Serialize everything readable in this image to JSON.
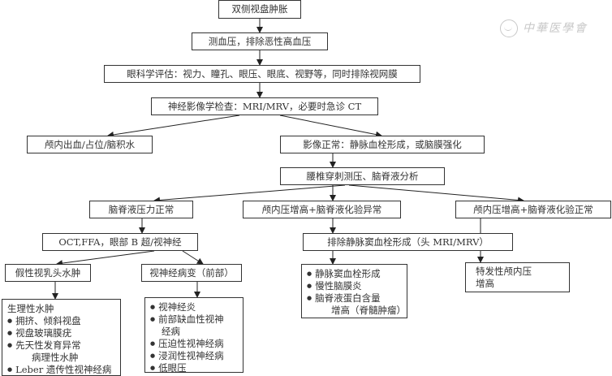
{
  "watermark": {
    "text": "中華医學會",
    "icon": "society-emblem-icon"
  },
  "nodes": {
    "n1": "双侧视盘肿胀",
    "n2": "测血压，排除恶性高血压",
    "n3": "眼科学评估：视力、瞳孔、眼压、眼底、视野等，同时排除视网膜",
    "n4": "神经影像学检查：MRI/MRV，必要时急诊 CT",
    "n5": "颅内出血/占位/脑积水",
    "n6": "影像正常：静脉血栓形成，或脑膜强化",
    "n7": "腰椎穿刺测压、脑脊液分析",
    "n8": "脑脊液压力正常",
    "n9": "颅内压增高+脑脊液化验异常",
    "n10": "颅内压增高+脑脊液化验正常",
    "n11": "OCT,FFA，眼部 B 超/视神经",
    "n12": "排除静脉窦血栓形成（头 MRI/MRV）",
    "n13": "假性视乳头水肿",
    "n14": "视神经病变（前部）",
    "n15": {
      "lines": [
        {
          "text": "生理性水肿",
          "type": "plain"
        },
        {
          "text": "拥挤、倾斜视盘",
          "type": "bullet"
        },
        {
          "text": "视盘玻璃膜疣",
          "type": "bullet"
        },
        {
          "text": "先天性发育异常",
          "type": "bullet"
        },
        {
          "text": "病理性水肿",
          "type": "indent"
        },
        {
          "text": "Leber 遗传性视神经病",
          "type": "bullet"
        }
      ]
    },
    "n16": {
      "lines": [
        {
          "text": "视神经炎",
          "type": "bullet"
        },
        {
          "text": "前部缺血性视神",
          "type": "bullet"
        },
        {
          "text": "经病",
          "type": "indent2"
        },
        {
          "text": "压迫性视神经病",
          "type": "bullet"
        },
        {
          "text": "浸润性视神经病",
          "type": "bullet"
        },
        {
          "text": "低眼压",
          "type": "bullet"
        }
      ]
    },
    "n17": {
      "lines": [
        {
          "text": "静脉窦血栓形成",
          "type": "bullet"
        },
        {
          "text": "慢性脑膜炎",
          "type": "bullet"
        },
        {
          "text": "脑脊液蛋白含量",
          "type": "bullet"
        },
        {
          "text": "增高（脊髓肿瘤）",
          "type": "indent"
        }
      ]
    },
    "n18": {
      "lines": [
        {
          "text": "特发性颅内压",
          "type": "plain"
        },
        {
          "text": "增高",
          "type": "plain"
        }
      ]
    }
  }
}
